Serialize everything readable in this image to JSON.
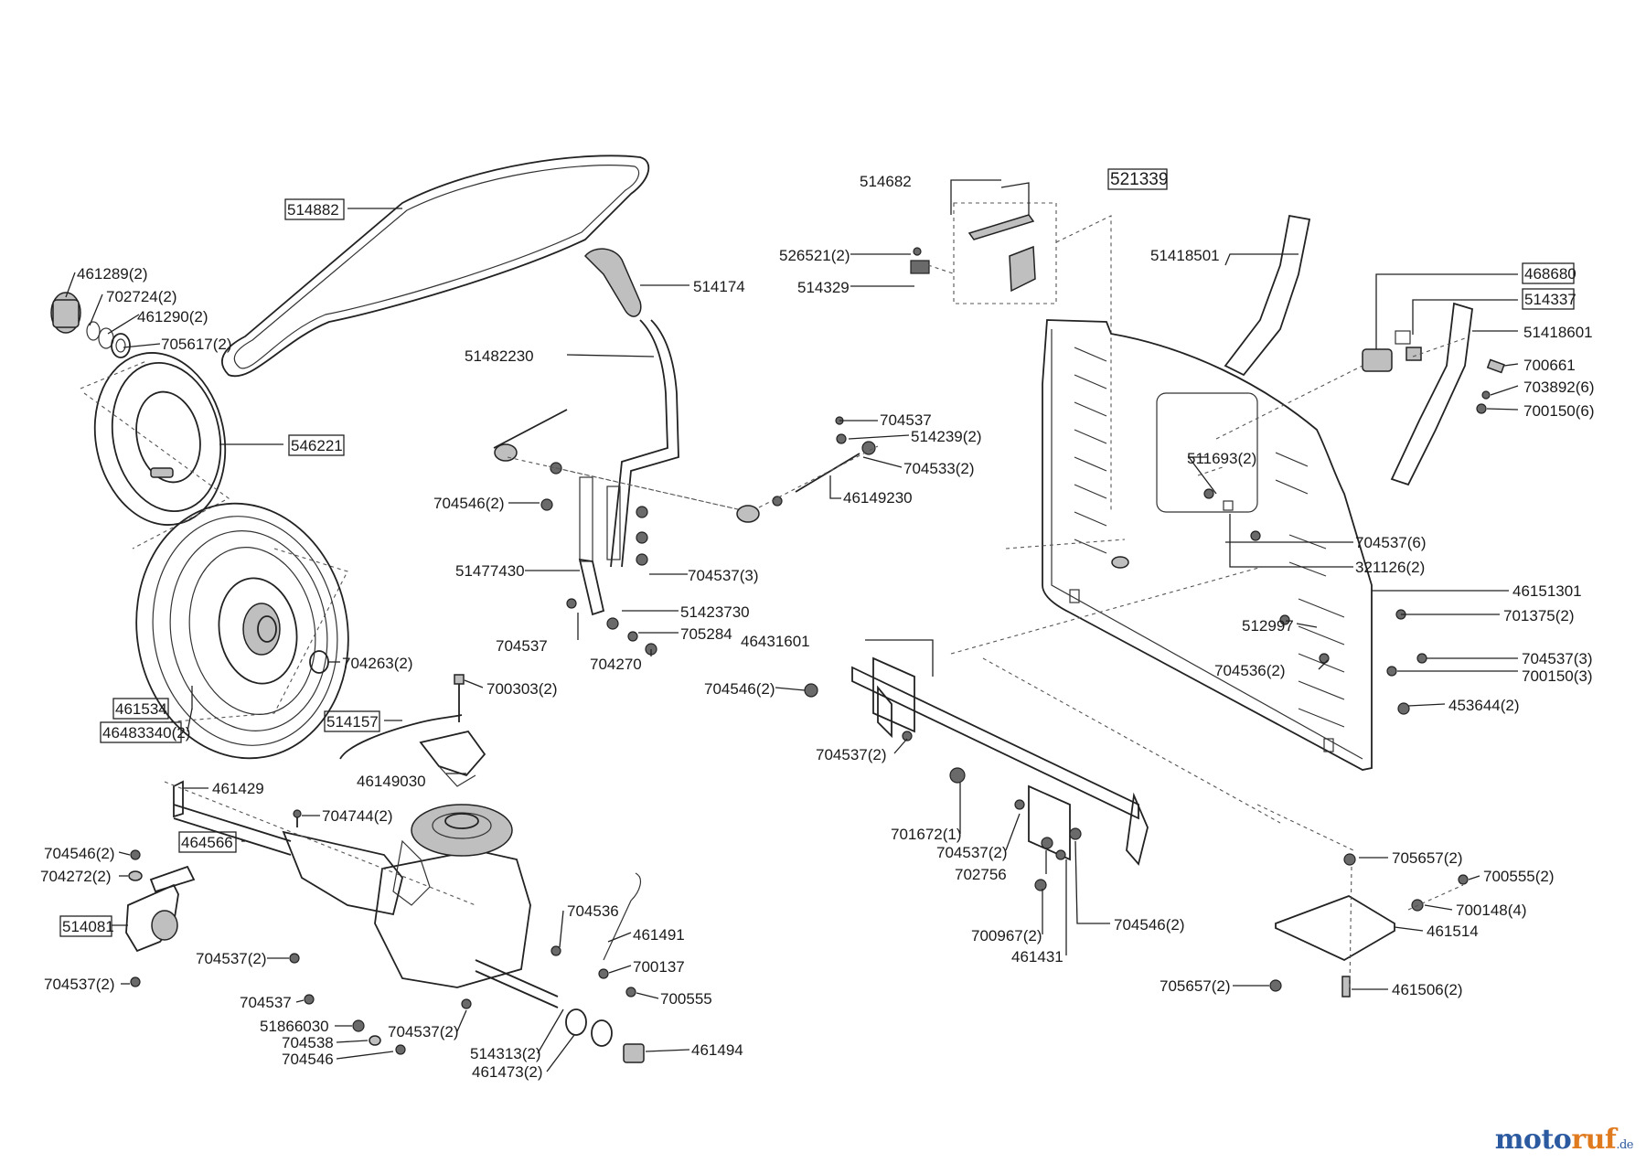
{
  "labels": {
    "l514882": "514882",
    "l461289": "461289(2)",
    "l702724": "702724(2)",
    "l461290": "461290(2)",
    "l705617": "705617(2)",
    "l546221": "546221",
    "l461534": "461534",
    "l46483340": "46483340(2)",
    "l704263": "704263(2)",
    "l514174": "514174",
    "l51482230": "51482230",
    "l704546a": "704546(2)",
    "l51477430": "51477430",
    "l704537a": "704537(3)",
    "l704537b": "704537",
    "l51423730": "51423730",
    "l705284": "705284",
    "l704270": "704270",
    "l514682": "514682",
    "l521339": "521339",
    "l526521": "526521(2)",
    "l514329": "514329",
    "l704537c": "704537",
    "l514239": "514239(2)",
    "l704533": "704533(2)",
    "l46149230": "46149230",
    "l51418501": "51418501",
    "l468680": "468680",
    "l514337": "514337",
    "l51418601": "51418601",
    "l700661": "700661",
    "l703892": "703892(6)",
    "l700150a": "700150(6)",
    "l511693": "511693(2)",
    "l704537d": "704537(6)",
    "l321126": "321126(2)",
    "l46151301": "46151301",
    "l512997": "512997",
    "l701375": "701375(2)",
    "l704537e": "704537(3)",
    "l704536a": "704536(2)",
    "l700150b": "700150(3)",
    "l453644": "453644(2)",
    "l46431601": "46431601",
    "l704546b": "704546(2)",
    "l704537f": "704537(2)",
    "l700303": "700303(2)",
    "l514157": "514157",
    "l46149030": "46149030",
    "l461429": "461429",
    "l704744": "704744(2)",
    "l464566": "464566",
    "l704546c": "704546(2)",
    "l704272": "704272(2)",
    "l514081": "514081",
    "l704537g": "704537(2)",
    "l704537h": "704537(2)",
    "l704537i": "704537",
    "l51866030": "51866030",
    "l704538": "704538",
    "l704546d": "704546",
    "l704537j": "704537(2)",
    "l514313": "514313(2)",
    "l461473": "461473(2)",
    "l461494": "461494",
    "l704536b": "704536",
    "l461491": "461491",
    "l700137": "700137",
    "l700555a": "700555",
    "l701672": "701672(1)",
    "l704537k": "704537(2)",
    "l702756": "702756",
    "l700967": "700967(2)",
    "l461431": "461431",
    "l704546e": "704546(2)",
    "l705657a": "705657(2)",
    "l700555b": "700555(2)",
    "l700148": "700148(4)",
    "l461514": "461514",
    "l705657b": "705657(2)",
    "l461506": "461506(2)"
  },
  "brand": {
    "part1": "moto",
    "part2": "ruf",
    "part3": ".de"
  },
  "colors": {
    "brand_blue": "#2c5aa0",
    "brand_orange": "#e07a1f",
    "line": "#222222"
  }
}
